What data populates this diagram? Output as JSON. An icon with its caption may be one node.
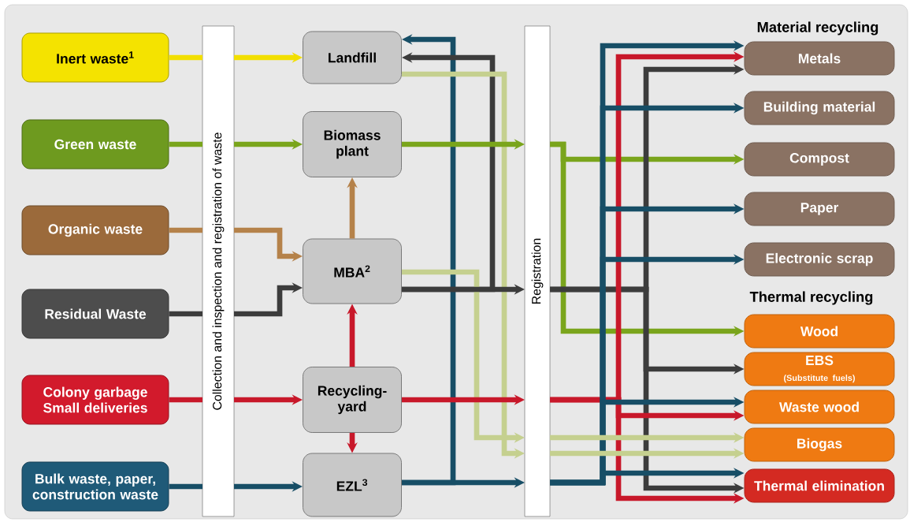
{
  "diagram": {
    "nodes": [
      {
        "text": [
          "Inert waste$^{1}$"
        ]
      },
      {
        "text": [
          "Green waste"
        ]
      },
      {
        "text": [
          "Organic waste"
        ]
      },
      {
        "text": [
          "Residual Waste"
        ]
      },
      {
        "text": [
          "Colony garbage Small deliveries"
        ]
      },
      {
        "text": [
          "Bulk waste, paper, construction waste"
        ]
      },
      {
        "text": [
          "Collection and inspection and registration of waste"
        ]
      },
      {
        "text": [
          "Landfill"
        ]
      },
      {
        "text": [
          "Biomass plant"
        ]
      },
      {
        "text": [
          "MBA$^{2}$"
        ]
      },
      {
        "text": [
          "Recycling-yard"
        ]
      },
      {
        "text": [
          "EZL$^{3}$"
        ]
      },
      {
        "text": [
          "Registration"
        ]
      },
      {
        "text": [
          "Metals"
        ]
      },
      {
        "text": [
          "Building material"
        ]
      },
      {
        "text": [
          "Compost"
        ]
      },
      {
        "text": [
          "Paper"
        ]
      },
      {
        "text": [
          "Electronic scrap"
        ]
      },
      {
        "text": [
          "Wood"
        ]
      },
      {
        "text": [
          "EBS",
          "(Substitute fuels)"
        ]
      },
      {
        "text": [
          "Waste wood"
        ]
      },
      {
        "text": [
          "Biogas"
        ]
      },
      {
        "text": [
          "Thermal elimination"
        ]
      }
    ],
    "edges": [
      {
        "from": 0,
        "to": 6,
        "arrow": "none",
        "color": "#f2df00"
      },
      {
        "from": 6,
        "to": 7,
        "arrow": "to",
        "color": "#f2df00"
      },
      {
        "from": 1,
        "to": 6,
        "arrow": "none",
        "color": "#7aa51c"
      },
      {
        "from": 6,
        "to": 8,
        "arrow": "to",
        "color": "#7aa51c"
      },
      {
        "from": 2,
        "to": 6,
        "arrow": "none",
        "color": "#b5824a"
      },
      {
        "from": 6,
        "to": 9,
        "arrow": "to",
        "color": "#b5824a"
      },
      {
        "from": 3,
        "to": 6,
        "arrow": "none",
        "color": "#3c3c3c"
      },
      {
        "from": 6,
        "to": 9,
        "arrow": "to",
        "color": "#3c3c3c"
      },
      {
        "from": 4,
        "to": 6,
        "arrow": "none",
        "color": "#c8182a"
      },
      {
        "from": 6,
        "to": 10,
        "arrow": "to",
        "color": "#c8182a"
      },
      {
        "from": 5,
        "to": 6,
        "arrow": "none",
        "color": "#174e66"
      },
      {
        "from": 6,
        "to": 11,
        "arrow": "to",
        "color": "#174e66"
      },
      {
        "from": 9,
        "to": 8,
        "arrow": "to",
        "color": "#b5824a"
      },
      {
        "from": 10,
        "to": 9,
        "arrow": "to",
        "color": "#c8182a"
      },
      {
        "from": 10,
        "to": 11,
        "arrow": "to",
        "color": "#c8182a"
      },
      {
        "from": 11,
        "to": 7,
        "arrow": "to",
        "color": "#174e66"
      },
      {
        "from": 9,
        "to": 7,
        "arrow": "to",
        "color": "#3c3c3c"
      },
      {
        "from": 7,
        "to": 12,
        "arrow": "to",
        "color": "#c5d08f"
      },
      {
        "from": 9,
        "to": 12,
        "arrow": "to",
        "color": "#c5d08f"
      },
      {
        "from": 8,
        "to": 12,
        "arrow": "to",
        "color": "#7aa51c"
      },
      {
        "from": 9,
        "to": 12,
        "arrow": "to",
        "color": "#3c3c3c"
      },
      {
        "from": 10,
        "to": 12,
        "arrow": "to",
        "color": "#c8182a"
      },
      {
        "from": 11,
        "to": 12,
        "arrow": "to",
        "color": "#174e66"
      },
      {
        "from": 12,
        "to": 15,
        "arrow": "to",
        "color": "#7aa51c"
      },
      {
        "from": 12,
        "to": 18,
        "arrow": "to",
        "color": "#7aa51c"
      },
      {
        "from": 12,
        "to": 13,
        "arrow": "to",
        "color": "#3c3c3c"
      },
      {
        "from": 12,
        "to": 19,
        "arrow": "to",
        "color": "#3c3c3c"
      },
      {
        "from": 12,
        "to": 22,
        "arrow": "to",
        "color": "#3c3c3c"
      },
      {
        "from": 12,
        "to": 13,
        "arrow": "to",
        "color": "#c8182a"
      },
      {
        "from": 12,
        "to": 20,
        "arrow": "to",
        "color": "#c8182a"
      },
      {
        "from": 12,
        "to": 22,
        "arrow": "to",
        "color": "#c8182a"
      },
      {
        "from": 12,
        "to": 13,
        "arrow": "to",
        "color": "#174e66"
      },
      {
        "from": 12,
        "to": 14,
        "arrow": "to",
        "color": "#174e66"
      },
      {
        "from": 12,
        "to": 16,
        "arrow": "to",
        "color": "#174e66"
      },
      {
        "from": 12,
        "to": 17,
        "arrow": "to",
        "color": "#174e66"
      },
      {
        "from": 12,
        "to": 20,
        "arrow": "to",
        "color": "#174e66"
      },
      {
        "from": 12,
        "to": 22,
        "arrow": "to",
        "color": "#174e66"
      },
      {
        "from": 12,
        "to": 21,
        "arrow": "to",
        "color": "#c5d08f"
      },
      {
        "from": 12,
        "to": 21,
        "arrow": "to",
        "color": "#c5d08f"
      }
    ],
    "labels": [
      "Material recycling",
      "Thermal recycling"
    ]
  }
}
